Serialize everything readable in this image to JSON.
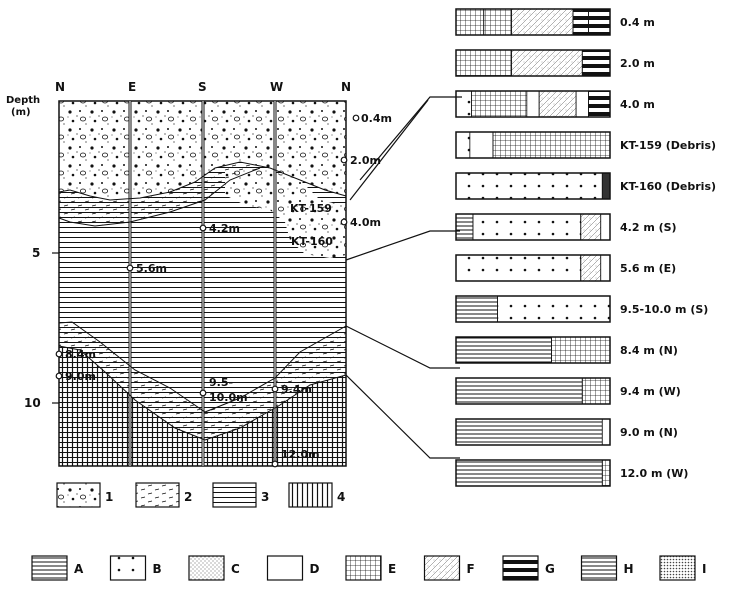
{
  "profile": {
    "depth_label_line1": "Depth",
    "depth_label_line2": "(m)",
    "compass": [
      "N",
      "E",
      "S",
      "W",
      "N"
    ],
    "depth_ticks": [
      "5",
      "10"
    ],
    "sample_labels": [
      "0.4m",
      "2.0m",
      "4.0m",
      "KT-159",
      "KT-160",
      "4.2m",
      "5.6m",
      "8.4m",
      "9.0m",
      "9.5-",
      "10.0m",
      "9.4m",
      "12.0m"
    ]
  },
  "columns": [
    {
      "label": "0.4 m",
      "segments": [
        [
          "E",
          0.18
        ],
        [
          "E",
          0.18
        ],
        [
          "F",
          0.4
        ],
        [
          "G",
          0.1
        ],
        [
          "G",
          0.14
        ]
      ]
    },
    {
      "label": "2.0 m",
      "segments": [
        [
          "E",
          0.36
        ],
        [
          "F",
          0.46
        ],
        [
          "G",
          0.18
        ]
      ]
    },
    {
      "label": "4.0 m",
      "segments": [
        [
          "B",
          0.1
        ],
        [
          "E",
          0.36
        ],
        [
          "D",
          0.08
        ],
        [
          "F",
          0.24
        ],
        [
          "D",
          0.08
        ],
        [
          "G",
          0.14
        ]
      ]
    },
    {
      "label": "KT-159 (Debris)",
      "segments": [
        [
          "B",
          0.09
        ],
        [
          "D",
          0.15
        ],
        [
          "E",
          0.76
        ]
      ]
    },
    {
      "label": "KT-160 (Debris)",
      "segments": [
        [
          "B",
          0.95
        ],
        [
          "SOLID",
          0.05
        ]
      ]
    },
    {
      "label": "4.2 m (S)",
      "segments": [
        [
          "A",
          0.11
        ],
        [
          "B",
          0.7
        ],
        [
          "F",
          0.13
        ],
        [
          "D",
          0.06
        ]
      ]
    },
    {
      "label": "5.6 m (E)",
      "segments": [
        [
          "B",
          0.81
        ],
        [
          "F",
          0.13
        ],
        [
          "D",
          0.06
        ]
      ]
    },
    {
      "label": "9.5-10.0 m (S)",
      "segments": [
        [
          "A",
          0.27
        ],
        [
          "B",
          0.73
        ]
      ]
    },
    {
      "label": "8.4 m (N)",
      "segments": [
        [
          "A",
          0.62
        ],
        [
          "E",
          0.38
        ]
      ]
    },
    {
      "label": "9.4 m (W)",
      "segments": [
        [
          "A",
          0.82
        ],
        [
          "E",
          0.18
        ]
      ]
    },
    {
      "label": "9.0 m (N)",
      "segments": [
        [
          "A",
          0.95
        ],
        [
          "D",
          0.05
        ]
      ]
    },
    {
      "label": "12.0 m (W)",
      "segments": [
        [
          "A",
          0.95
        ],
        [
          "E",
          0.05
        ]
      ]
    }
  ],
  "layer_legend": [
    {
      "key": "1",
      "pattern": "gravel"
    },
    {
      "key": "2",
      "pattern": "dash"
    },
    {
      "key": "3",
      "pattern": "hlines"
    },
    {
      "key": "4",
      "pattern": "vlines"
    }
  ],
  "letter_legend": [
    {
      "key": "A",
      "pattern": "A"
    },
    {
      "key": "B",
      "pattern": "B"
    },
    {
      "key": "C",
      "pattern": "C"
    },
    {
      "key": "D",
      "pattern": "D"
    },
    {
      "key": "E",
      "pattern": "E"
    },
    {
      "key": "F",
      "pattern": "F"
    },
    {
      "key": "G",
      "pattern": "G"
    },
    {
      "key": "H",
      "pattern": "H"
    },
    {
      "key": "I",
      "pattern": "I"
    }
  ]
}
